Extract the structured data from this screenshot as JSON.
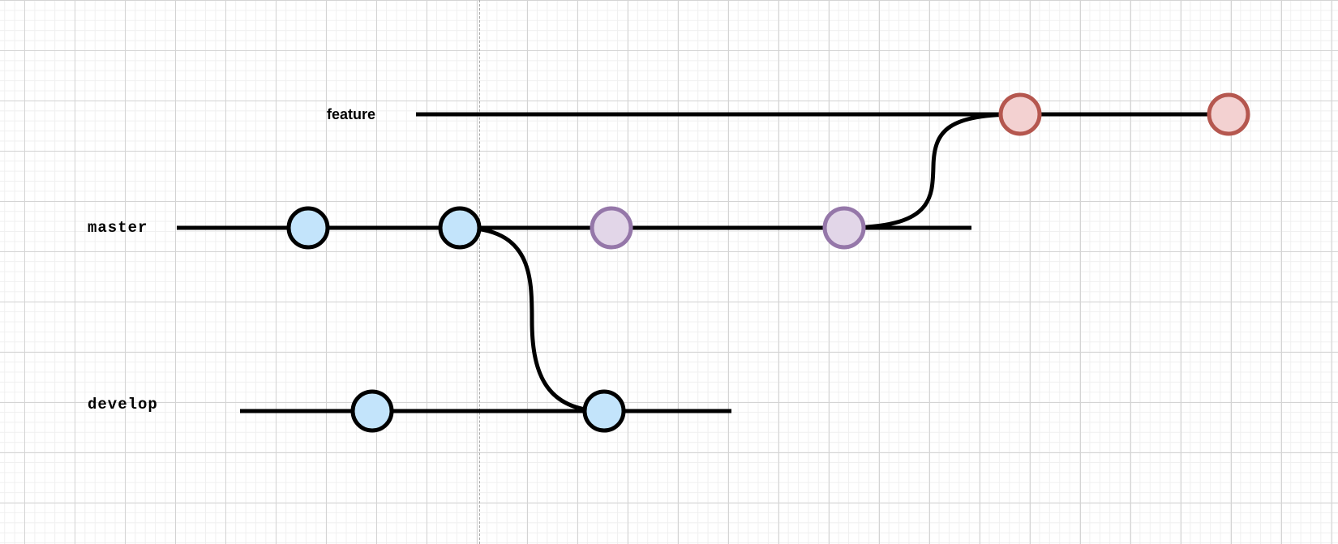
{
  "branches": {
    "feature": {
      "label": "feature"
    },
    "master": {
      "label": "master"
    },
    "develop": {
      "label": "develop"
    }
  },
  "colors": {
    "line": "#000000",
    "grid_major": "#d4d4d4",
    "grid_minor": "#f0f0f0",
    "guide": "#a8a8a8",
    "commit_blue_fill": "#c3e4fb",
    "commit_blue_stroke": "#000000",
    "commit_purple_fill": "#e2d6e8",
    "commit_purple_stroke": "#9577a9",
    "commit_red_fill": "#f3d1d1",
    "commit_red_stroke": "#b5574f"
  },
  "commits": [
    {
      "branch": "master",
      "style": "blue"
    },
    {
      "branch": "master",
      "style": "blue"
    },
    {
      "branch": "master",
      "style": "purple"
    },
    {
      "branch": "master",
      "style": "purple"
    },
    {
      "branch": "develop",
      "style": "blue"
    },
    {
      "branch": "develop",
      "style": "blue"
    },
    {
      "branch": "feature",
      "style": "red"
    },
    {
      "branch": "feature",
      "style": "red"
    }
  ],
  "connections": [
    {
      "from_branch": "master",
      "to_branch": "develop"
    },
    {
      "from_branch": "master",
      "to_branch": "feature"
    }
  ]
}
